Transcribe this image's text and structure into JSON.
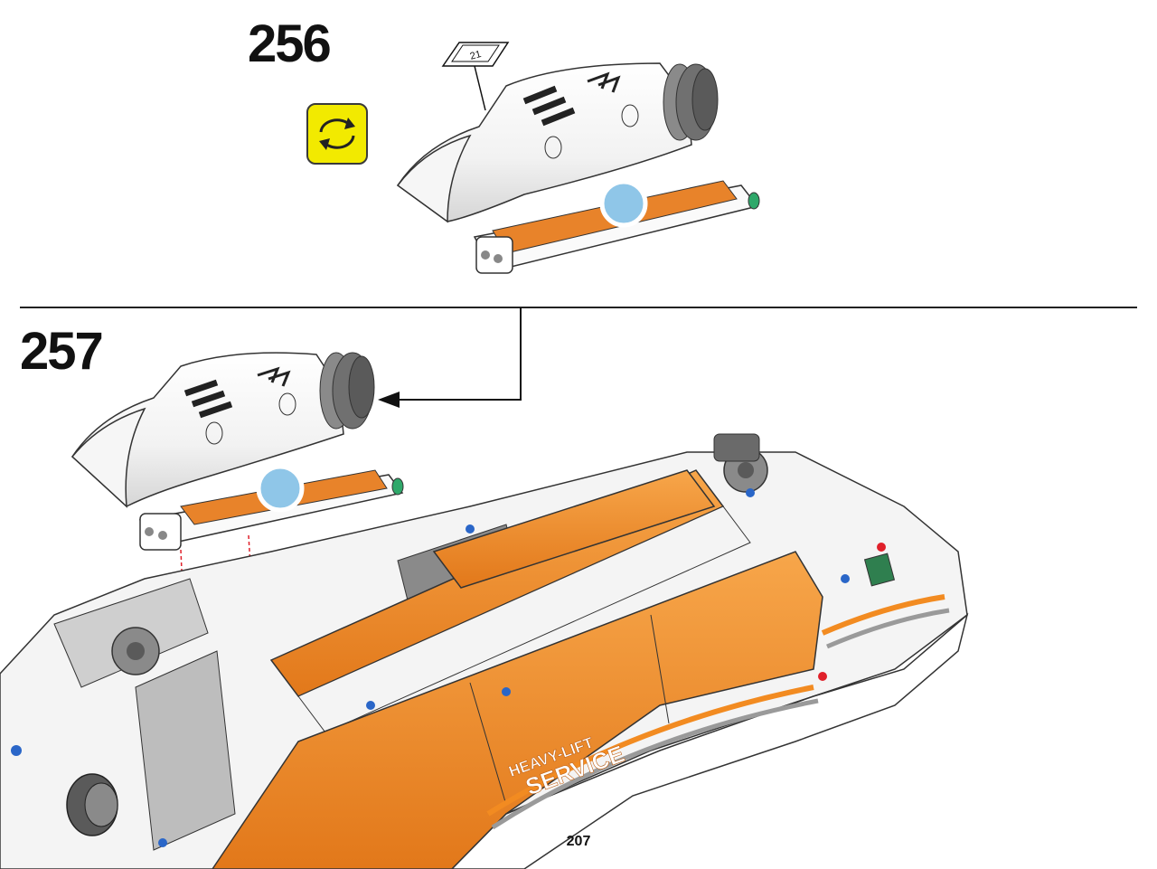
{
  "steps": [
    {
      "number": "256"
    },
    {
      "number": "257"
    }
  ],
  "callout": {
    "label": "21"
  },
  "icons": {
    "rotate": "rotate-model-icon"
  },
  "page": {
    "number": "207"
  },
  "decal": {
    "line1": "HEAVY-LIFT",
    "line2": "SERVICE"
  },
  "colors": {
    "orange": "#f28b21",
    "white_part": "#ffffff",
    "light_gray": "#c8c8c8",
    "dark_gray": "#5a5a5a",
    "yellow_icon": "#f2ea00",
    "green_pin": "#2fa86a",
    "blue_pin": "#2a66c8",
    "red_guide": "#e0202a"
  }
}
